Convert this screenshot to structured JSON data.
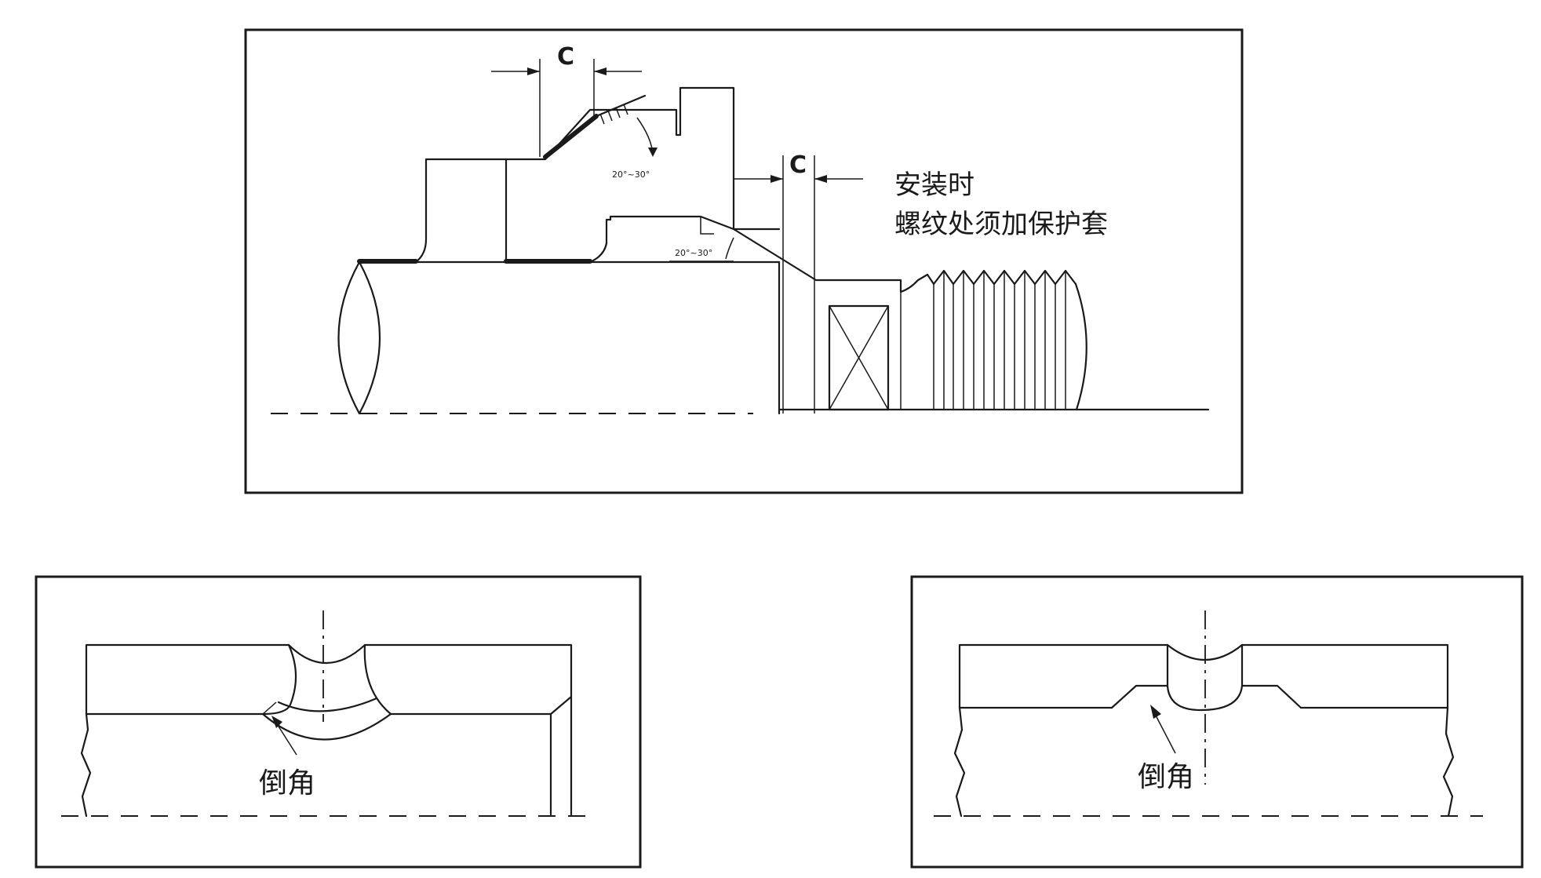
{
  "top_figure": {
    "dim_label_1": "C",
    "dim_label_2": "C",
    "angle_label_1": "20°~30°",
    "angle_label_2": "20°~30°",
    "note_line_1": "安装时",
    "note_line_2": "螺纹处须加保护套"
  },
  "bottom_left_figure": {
    "chamfer_label": "倒角"
  },
  "bottom_right_figure": {
    "chamfer_label": "倒角"
  }
}
